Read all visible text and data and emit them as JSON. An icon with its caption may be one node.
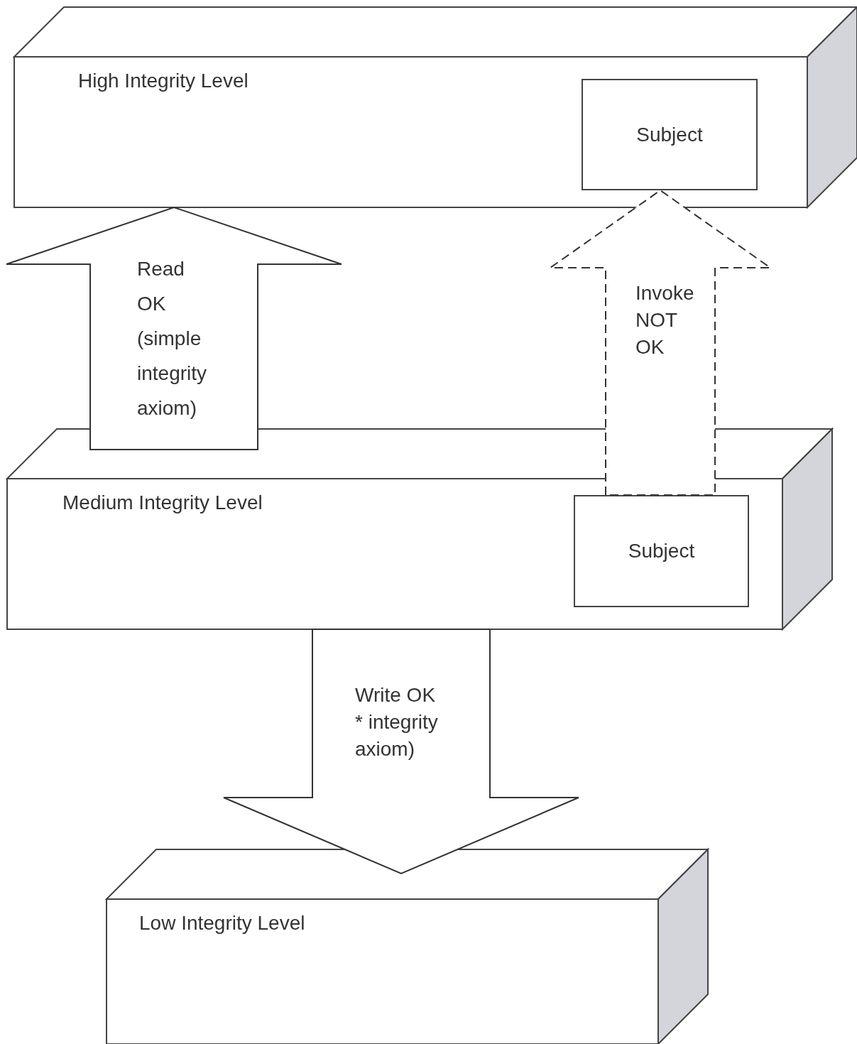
{
  "diagram": {
    "nodes": [
      {
        "text": [
          "High Integrity Level"
        ]
      },
      {
        "text": [
          "Subject"
        ],
        "in": 0
      },
      {
        "text": [
          "Medium Integrity Level"
        ]
      },
      {
        "text": [
          "Subject"
        ],
        "in": 2
      },
      {
        "text": [
          "Low Integrity Level"
        ]
      }
    ],
    "edges": [
      {
        "from": 2,
        "to": 0,
        "arrow": "to",
        "label": "Read OK (simple integrity axiom)"
      },
      {
        "from": 3,
        "to": 1,
        "arrow": "to",
        "label": "Invoke NOT OK",
        "style": "dashed"
      },
      {
        "from": 2,
        "to": 4,
        "arrow": "to",
        "label": "Write OK * integrity axiom)"
      }
    ]
  }
}
